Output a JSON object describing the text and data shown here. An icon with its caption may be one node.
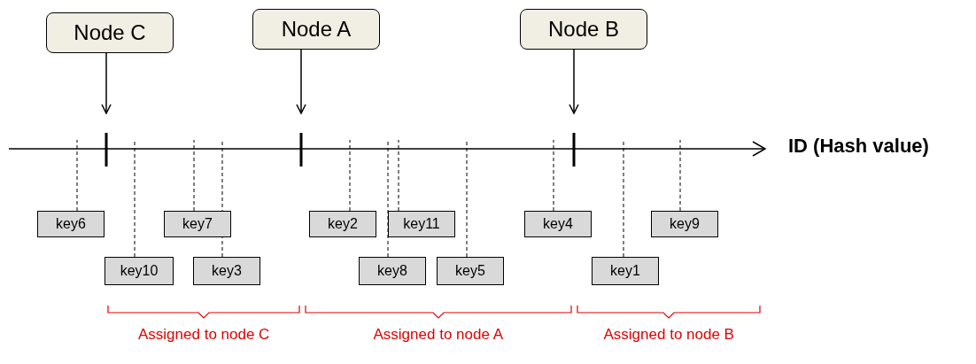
{
  "diagram": {
    "nodes": [
      {
        "text": [
          "Node C"
        ]
      },
      {
        "text": [
          "Node A"
        ]
      },
      {
        "text": [
          "Node B"
        ]
      },
      {
        "text": [
          "key6"
        ]
      },
      {
        "text": [
          "key7"
        ]
      },
      {
        "text": [
          "key2"
        ]
      },
      {
        "text": [
          "key11"
        ]
      },
      {
        "text": [
          "key4"
        ]
      },
      {
        "text": [
          "key9"
        ]
      },
      {
        "text": [
          "key10"
        ]
      },
      {
        "text": [
          "key3"
        ]
      },
      {
        "text": [
          "key8"
        ]
      },
      {
        "text": [
          "key5"
        ]
      },
      {
        "text": [
          "key1"
        ]
      }
    ],
    "edges": [
      {
        "from": 0,
        "to": null,
        "arrow": "to"
      },
      {
        "from": 1,
        "to": null,
        "arrow": "to"
      },
      {
        "from": 2,
        "to": null,
        "arrow": "to"
      },
      {
        "from": 3,
        "to": null,
        "arrow": "none",
        "style": "dashed"
      },
      {
        "from": 4,
        "to": null,
        "arrow": "none",
        "style": "dashed"
      },
      {
        "from": 5,
        "to": null,
        "arrow": "none",
        "style": "dashed"
      },
      {
        "from": 6,
        "to": null,
        "arrow": "none",
        "style": "dashed"
      },
      {
        "from": 7,
        "to": null,
        "arrow": "none",
        "style": "dashed"
      },
      {
        "from": 8,
        "to": null,
        "arrow": "none",
        "style": "dashed"
      },
      {
        "from": 9,
        "to": null,
        "arrow": "none",
        "style": "dashed"
      },
      {
        "from": 10,
        "to": null,
        "arrow": "none",
        "style": "dashed"
      },
      {
        "from": 11,
        "to": null,
        "arrow": "none",
        "style": "dashed"
      },
      {
        "from": 12,
        "to": null,
        "arrow": "none",
        "style": "dashed"
      },
      {
        "from": 13,
        "to": null,
        "arrow": "none",
        "style": "dashed"
      }
    ],
    "labels": [
      "ID (Hash value)",
      "Assigned to node C",
      "Assigned to node A",
      "Assigned to node B"
    ]
  }
}
